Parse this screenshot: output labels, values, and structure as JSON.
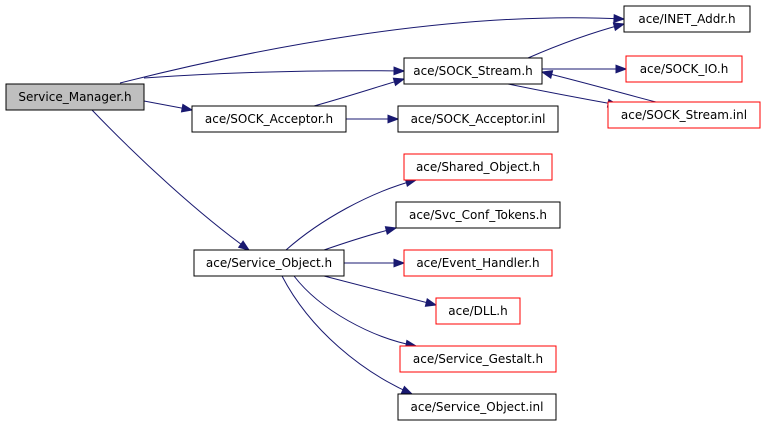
{
  "colors": {
    "edge": "#191970",
    "root_fill": "#bfbfbf",
    "node_fill": "#ffffff",
    "border_normal": "#000000",
    "border_red": "#ff0000"
  },
  "nodes": {
    "service_manager_h": {
      "label": "Service_Manager.h",
      "style": "root"
    },
    "inet_addr_h": {
      "label": "ace/INET_Addr.h",
      "style": "normal"
    },
    "sock_stream_h": {
      "label": "ace/SOCK_Stream.h",
      "style": "normal"
    },
    "sock_io_h": {
      "label": "ace/SOCK_IO.h",
      "style": "red"
    },
    "sock_stream_inl": {
      "label": "ace/SOCK_Stream.inl",
      "style": "red"
    },
    "sock_acceptor_h": {
      "label": "ace/SOCK_Acceptor.h",
      "style": "normal"
    },
    "sock_acceptor_inl": {
      "label": "ace/SOCK_Acceptor.inl",
      "style": "normal"
    },
    "shared_object_h": {
      "label": "ace/Shared_Object.h",
      "style": "red"
    },
    "svc_conf_tokens_h": {
      "label": "ace/Svc_Conf_Tokens.h",
      "style": "normal"
    },
    "service_object_h": {
      "label": "ace/Service_Object.h",
      "style": "normal"
    },
    "event_handler_h": {
      "label": "ace/Event_Handler.h",
      "style": "red"
    },
    "dll_h": {
      "label": "ace/DLL.h",
      "style": "red"
    },
    "service_gestalt_h": {
      "label": "ace/Service_Gestalt.h",
      "style": "red"
    },
    "service_object_inl": {
      "label": "ace/Service_Object.inl",
      "style": "normal"
    }
  },
  "edges": [
    {
      "from": "service_manager_h",
      "to": "inet_addr_h"
    },
    {
      "from": "service_manager_h",
      "to": "sock_stream_h"
    },
    {
      "from": "service_manager_h",
      "to": "sock_acceptor_h"
    },
    {
      "from": "service_manager_h",
      "to": "service_object_h"
    },
    {
      "from": "sock_stream_h",
      "to": "inet_addr_h"
    },
    {
      "from": "sock_stream_h",
      "to": "sock_io_h"
    },
    {
      "from": "sock_stream_h",
      "to": "sock_stream_inl"
    },
    {
      "from": "sock_stream_inl",
      "to": "sock_stream_h"
    },
    {
      "from": "sock_acceptor_h",
      "to": "sock_stream_h"
    },
    {
      "from": "sock_acceptor_h",
      "to": "sock_acceptor_inl"
    },
    {
      "from": "service_object_h",
      "to": "shared_object_h"
    },
    {
      "from": "service_object_h",
      "to": "svc_conf_tokens_h"
    },
    {
      "from": "service_object_h",
      "to": "event_handler_h"
    },
    {
      "from": "service_object_h",
      "to": "dll_h"
    },
    {
      "from": "service_object_h",
      "to": "service_gestalt_h"
    },
    {
      "from": "service_object_h",
      "to": "service_object_inl"
    }
  ]
}
